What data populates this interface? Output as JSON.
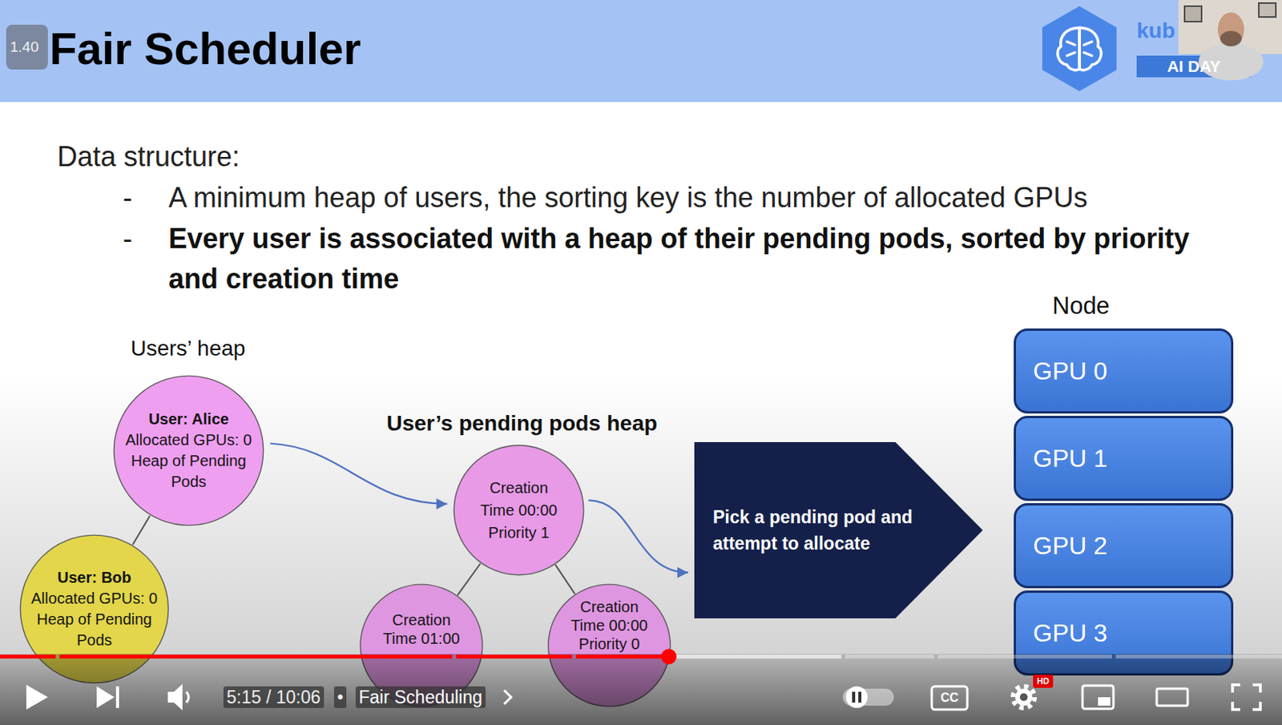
{
  "diagram": {
    "title": "Fair Scheduler",
    "nodes": [
      {
        "text": [
          "User: Alice",
          "Allocated GPUs: 0",
          "Heap of Pending Pods"
        ]
      },
      {
        "text": [
          "User: Bob",
          "Allocated GPUs: 0",
          "Heap of Pending Pods"
        ]
      },
      {
        "text": [
          "Creation Time 00:00",
          "Priority 1"
        ]
      },
      {
        "text": [
          "Creation Time 01:00"
        ]
      },
      {
        "text": [
          "Creation Time 00:00",
          "Priority 0"
        ]
      },
      {
        "text": [
          "Pick a pending pod and attempt to allocate"
        ]
      },
      {
        "text": [
          "GPU 0"
        ]
      },
      {
        "text": [
          "GPU 1"
        ]
      },
      {
        "text": [
          "GPU 2"
        ]
      },
      {
        "text": [
          "GPU 3"
        ]
      }
    ],
    "edges": [
      {
        "from": 0,
        "to": 1,
        "arrow": "none"
      },
      {
        "from": 0,
        "to": 2,
        "arrow": "to"
      },
      {
        "from": 2,
        "to": 3,
        "arrow": "none"
      },
      {
        "from": 2,
        "to": 4,
        "arrow": "none"
      },
      {
        "from": 2,
        "to": 5,
        "arrow": "to"
      }
    ],
    "labels": [
      "1.40",
      "kub",
      "AI DAY",
      "Data structure:",
      "-",
      "A minimum heap of users, the sorting key is the number of allocated GPUs",
      "-",
      "Every user is associated with a heap of their pending pods, sorted by priority and creation time",
      "Users’ heap",
      "User’s pending pods heap",
      "Node",
      "5:15 / 10:06",
      "•",
      "Fair Scheduling",
      "CC",
      "HD"
    ]
  }
}
